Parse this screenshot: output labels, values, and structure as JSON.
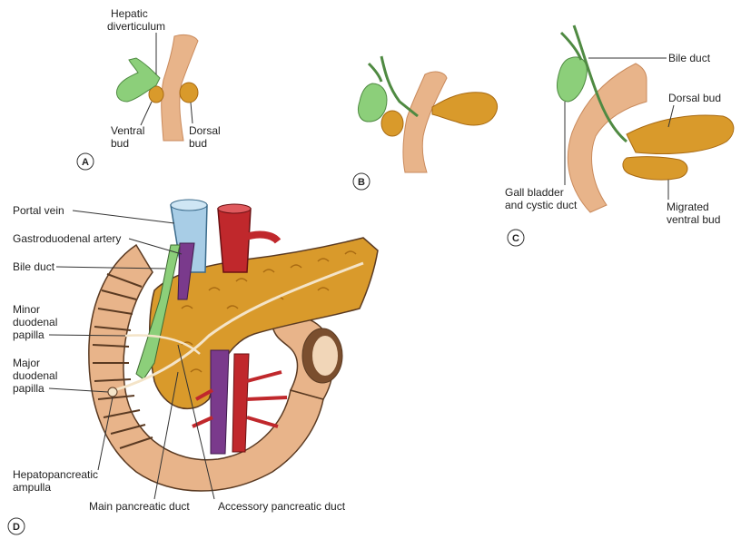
{
  "figure": {
    "panel_a": {
      "letter": "A",
      "hepatic_diverticulum": [
        "Hepatic",
        "diverticulum"
      ],
      "ventral_bud": [
        "Ventral",
        "bud"
      ],
      "dorsal_bud": [
        "Dorsal",
        "bud"
      ]
    },
    "panel_b": {
      "letter": "B"
    },
    "panel_c": {
      "letter": "C",
      "bile_duct": "Bile duct",
      "dorsal_bud": "Dorsal bud",
      "gall_bladder": [
        "Gall bladder",
        "and cystic duct"
      ],
      "migrated_ventral_bud": [
        "Migrated",
        "ventral bud"
      ]
    },
    "panel_d": {
      "letter": "D",
      "portal_vein": "Portal vein",
      "gastroduodenal_artery": "Gastroduodenal artery",
      "bile_duct": "Bile duct",
      "minor_papilla": [
        "Minor",
        "duodenal",
        "papilla"
      ],
      "major_papilla": [
        "Major",
        "duodenal",
        "papilla"
      ],
      "ampulla": [
        "Hepatopancreatic",
        "ampulla"
      ],
      "main_duct": "Main pancreatic duct",
      "accessory_duct": "Accessory pancreatic duct"
    }
  },
  "colors": {
    "duodenum": "#e8b48a",
    "duodenum_dark": "#c98a5c",
    "pancreas": "#d99a2b",
    "pancreas_dark": "#a86a12",
    "gall_bladder": "#8ccf7a",
    "vein_blue": "#a8cde6",
    "vein_purple": "#7a3a8c",
    "artery_red": "#c0282c",
    "outline": "#5a3a22"
  }
}
